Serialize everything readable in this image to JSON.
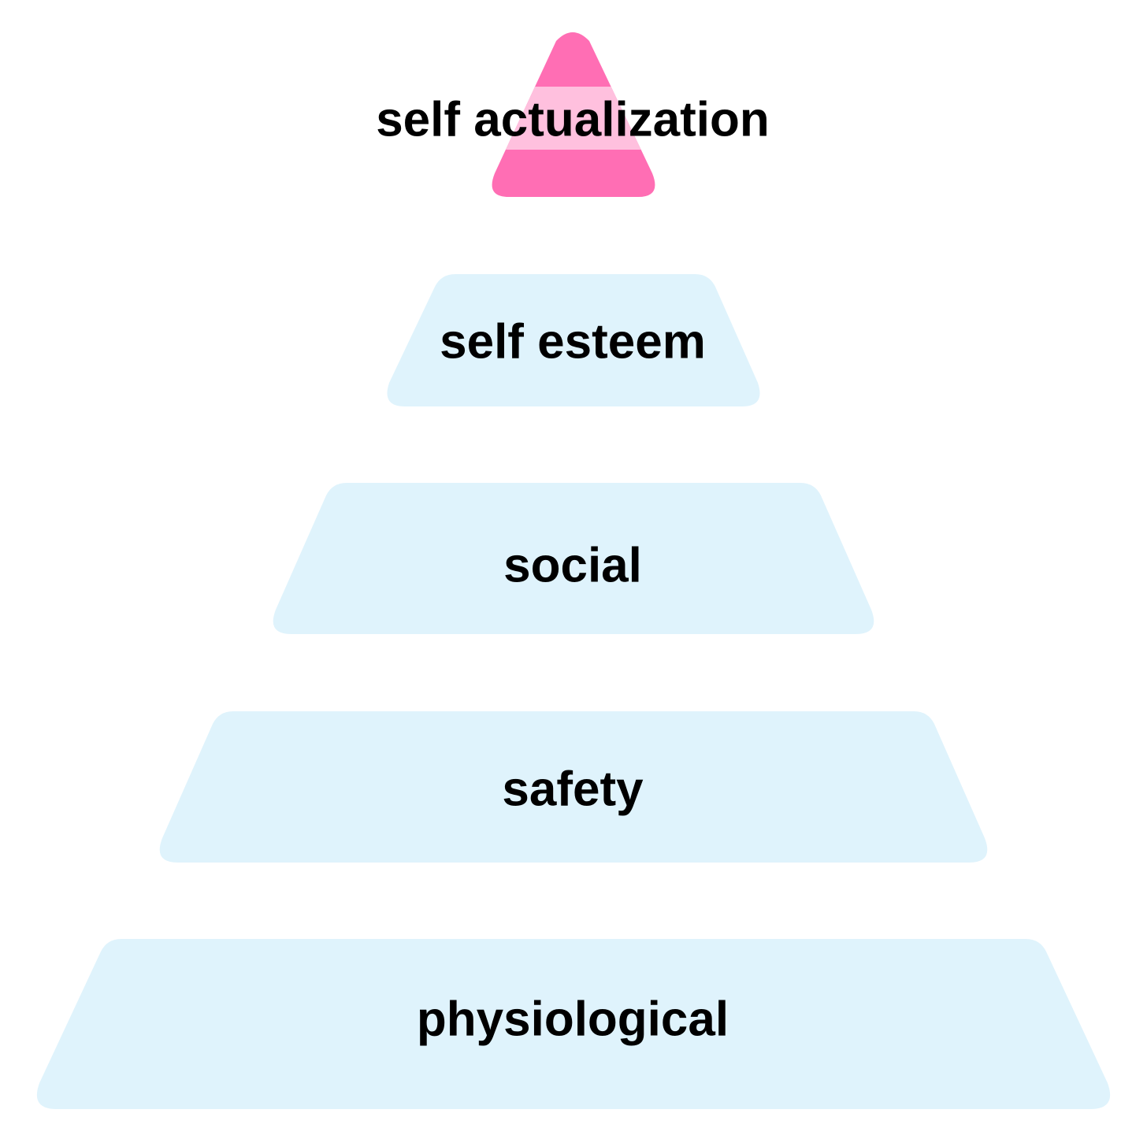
{
  "diagram": {
    "tiers": [
      {
        "id": "self-actualization",
        "label": "self actualization",
        "shape": "triangle",
        "color": "#ff6eb4",
        "label_band_color": "#ffc0de"
      },
      {
        "id": "self-esteem",
        "label": "self esteem",
        "shape": "trapezoid",
        "color": "#dff3fc"
      },
      {
        "id": "social",
        "label": "social",
        "shape": "trapezoid",
        "color": "#dff3fc"
      },
      {
        "id": "safety",
        "label": "safety",
        "shape": "trapezoid",
        "color": "#dff3fc"
      },
      {
        "id": "physiological",
        "label": "physiological",
        "shape": "trapezoid",
        "color": "#dff3fc"
      }
    ]
  }
}
